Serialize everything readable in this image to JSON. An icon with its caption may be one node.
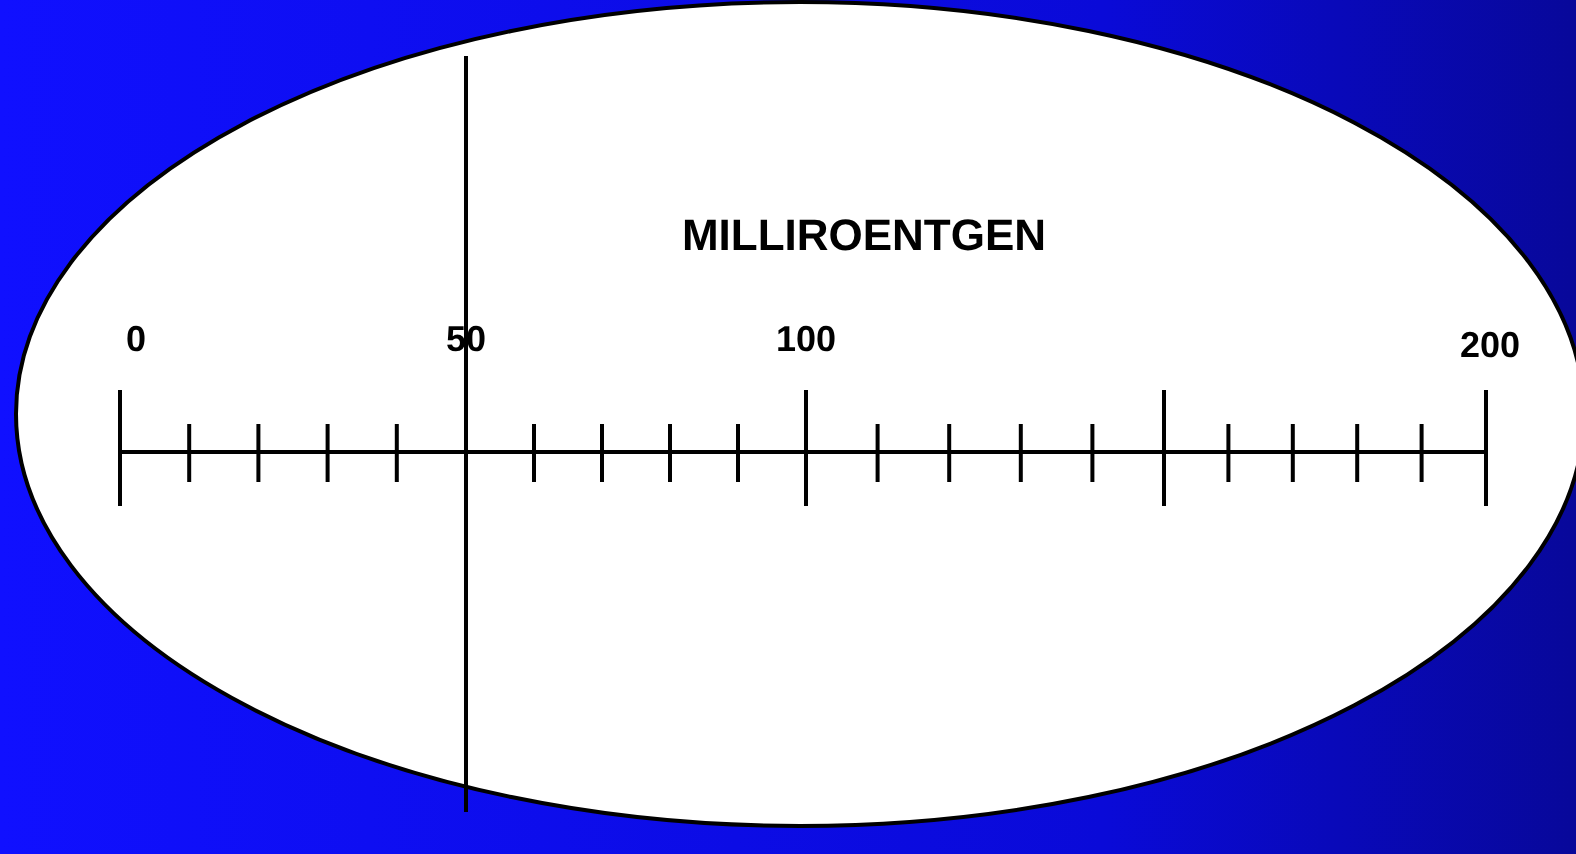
{
  "diagram": {
    "labels": [
      "MILLIROENTGEN",
      "0",
      "50",
      "100",
      "200"
    ]
  }
}
